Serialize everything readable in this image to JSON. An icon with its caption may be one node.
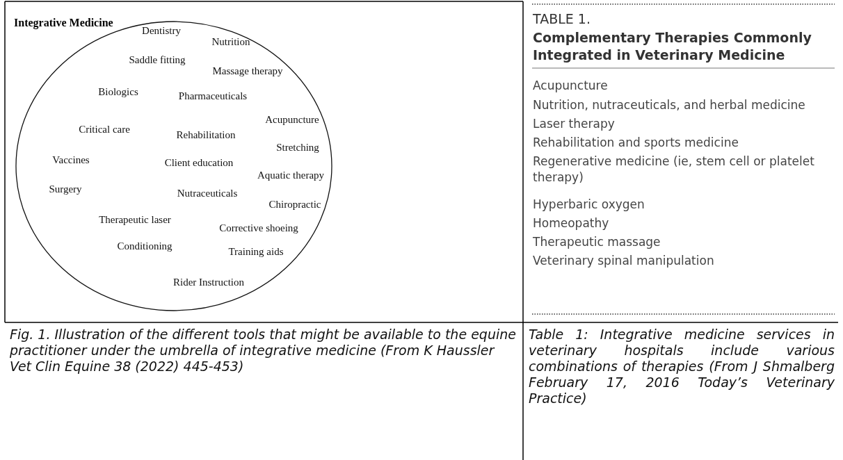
{
  "diagram": {
    "nodes": [
      {
        "text": [
          "Integrative Medicine"
        ]
      }
    ],
    "edges": [],
    "labels": [
      "Dentistry",
      "Nutrition",
      "Saddle fitting",
      "Massage therapy",
      "Biologics",
      "Pharmaceuticals",
      "Acupuncture",
      "Critical care",
      "Rehabilitation",
      "Stretching",
      "Vaccines",
      "Client education",
      "Aquatic therapy",
      "Surgery",
      "Nutraceuticals",
      "Chiropractic",
      "Therapeutic laser",
      "Corrective shoeing",
      "Conditioning",
      "Training aids",
      "Rider Instruction",
      "TABLE 1.",
      "Complementary Therapies Commonly Integrated in Veterinary Medicine",
      "Acupuncture",
      "Nutrition, nutraceuticals, and herbal medicine",
      "Laser therapy",
      "Rehabilitation and sports medicine",
      "Regenerative medicine (ie, stem cell or platelet therapy)",
      "Hyperbaric oxygen",
      "Homeopathy",
      "Therapeutic massage",
      "Veterinary spinal manipulation",
      "Fig. 1. Illustration of the different tools that might be available to the equine practitioner under the umbrella of integrative medicine (From K Haussler Vet Clin Equine 38 (2022) 445-453)",
      "Table 1: Integrative medicine services in veterinary hospitals include various combinations of therapies (From J Shmalberg February 17, 2016 Today’s Veterinary Practice)"
    ]
  }
}
